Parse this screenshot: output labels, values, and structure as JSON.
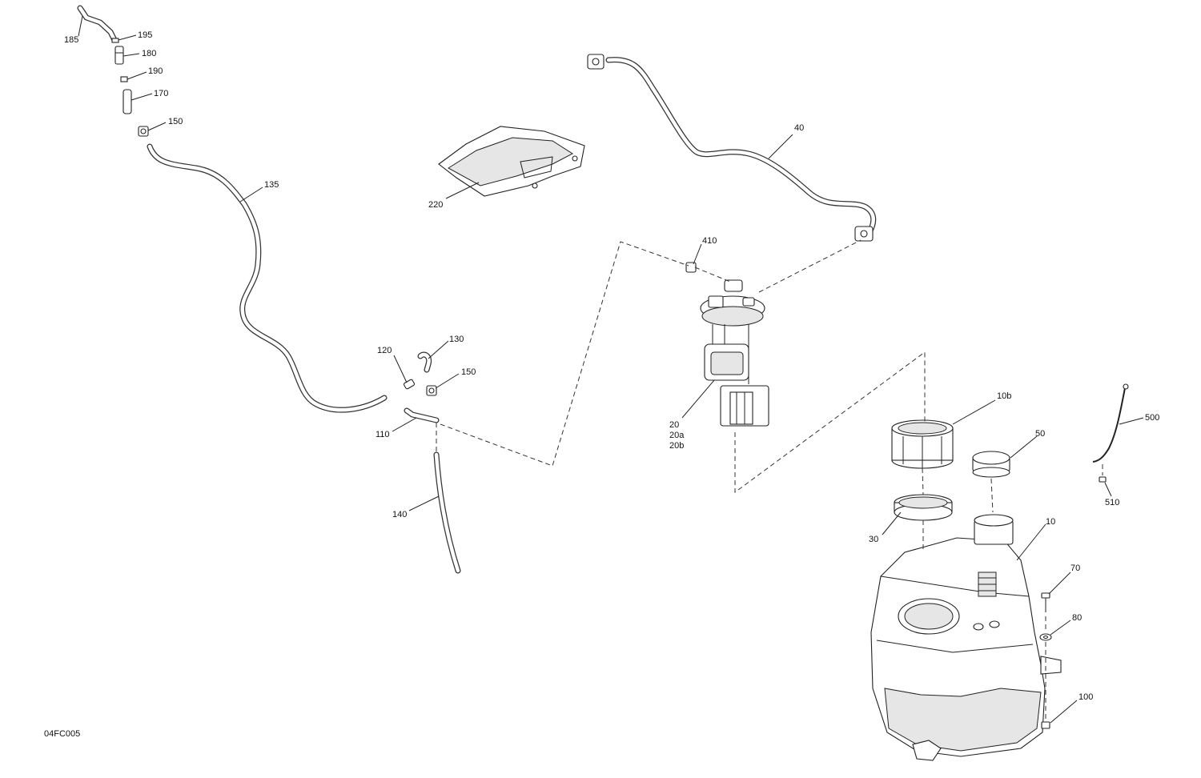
{
  "drawing_code": "04FC005",
  "callouts": {
    "c185": "185",
    "c195": "195",
    "c180": "180",
    "c190": "190",
    "c170": "170",
    "c150a": "150",
    "c135": "135",
    "c220": "220",
    "c40": "40",
    "c410": "410",
    "c120": "120",
    "c130": "130",
    "c150b": "150",
    "c110": "110",
    "c140": "140",
    "c20": "20",
    "c20a": "20a",
    "c20b": "20b",
    "c10b": "10b",
    "c50": "50",
    "c500": "500",
    "c510": "510",
    "c30": "30",
    "c10": "10",
    "c70": "70",
    "c80": "80",
    "c100": "100"
  }
}
